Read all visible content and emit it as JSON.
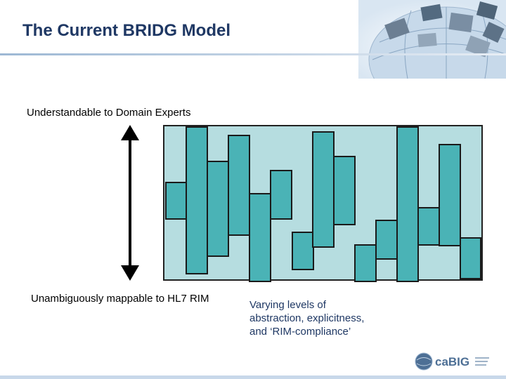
{
  "slide": {
    "title": "The Current BRIDG Model"
  },
  "axis": {
    "top_label": "Understandable to Domain Experts",
    "bottom_label": "Unambiguously mappable to HL7 RIM"
  },
  "caption": {
    "lines": [
      "Varying levels of",
      "abstraction, explicitness,",
      "and ‘RIM-compliance’"
    ]
  },
  "logo": {
    "text": "caBIG"
  },
  "colors": {
    "title": "#1f3864",
    "diagram_bg": "#b6dde0",
    "block_fill": "#4ab3b6"
  },
  "icons": [
    "globe-image",
    "double-headed-arrow",
    "cabig-logo"
  ]
}
